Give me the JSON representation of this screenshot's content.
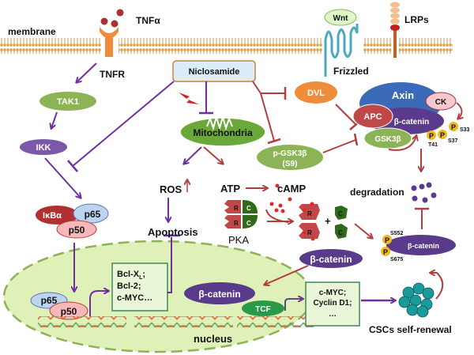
{
  "diagram": {
    "membrane_label": "membrane",
    "tnfa_label": "TNFα",
    "tnfr_label": "TNFR",
    "wnt_label": "Wnt",
    "lrps_label": "LRPs",
    "frizzled_label": "Frizzled",
    "drug_label": "Niclosamide",
    "tak1_label": "TAK1",
    "ikk_label": "IKK",
    "ikba_label": "IκBα",
    "p65_label": "p65",
    "p50_label": "p50",
    "mito_label": "Mitochondria",
    "ros_label": "ROS",
    "atp_label": "ATP",
    "camp_label": "cAMP",
    "apoptosis_label": "Apoptosis",
    "pka_label": "PKA",
    "pka_r": "R",
    "pka_c": "C",
    "plus": "+",
    "dvl_label": "DVL",
    "pgsk_label_1": "p-GSK3β",
    "pgsk_label_2": "(S9)",
    "axin_label": "Axin",
    "ck_label": "CK",
    "apc_label": "APC",
    "bcat_label": "β-catenin",
    "gsk_label": "GSK3β",
    "p_label": "P",
    "s33": "S33",
    "s37": "S37",
    "t41": "T41",
    "s552": "S552",
    "s675": "S675",
    "degradation_label": "degradation",
    "nfkb_targets": [
      "Bcl-X",
      "Bcl-2;",
      "c-MYC…"
    ],
    "nfkb_targets_sub": "L",
    "nfkb_targets_tail": ";",
    "tcf_label": "TCF",
    "wnt_targets": [
      "c-MYC;",
      "Cyclin D1;",
      "…"
    ],
    "nucleus_label": "nucleus",
    "csc_label": "CSCs self-renewal",
    "colors": {
      "purple_arrow": "#7030a0",
      "red_arrow": "#b04040",
      "green_node": "#8db357",
      "purple_node": "#5a4a8a",
      "orange_node": "#ee8c3a",
      "nucleus_fill": "#dff0b8",
      "drug_fill": "#dbeef7"
    }
  }
}
